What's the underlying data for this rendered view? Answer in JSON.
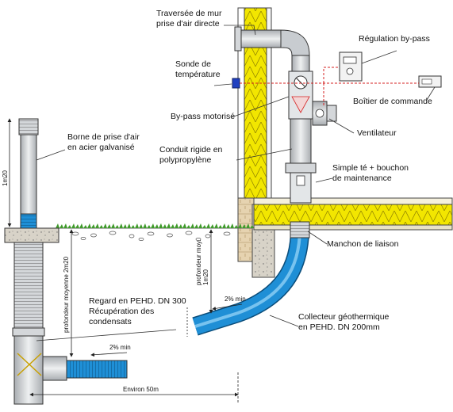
{
  "labels": {
    "traversee_l1": "Traversée de mur",
    "traversee_l2": "prise d'air directe",
    "regulation": "Régulation by-pass",
    "sonde_l1": "Sonde de",
    "sonde_l2": "température",
    "boitier": "Boîtier de commande",
    "bypass": "By-pass motorisé",
    "ventilateur": "Ventilateur",
    "borne_l1": "Borne de prise d'air",
    "borne_l2": "en acier galvanisé",
    "conduit_l1": "Conduit rigide en",
    "conduit_l2": "polypropylène",
    "simple_te_l1": "Simple té + bouchon",
    "simple_te_l2": "de maintenance",
    "manchon": "Manchon de liaison",
    "regard_l1": "Regard en PEHD. DN 300",
    "regard_l2": "Récupération des",
    "regard_l3": "condensats",
    "collecteur_l1": "Collecteur géothermique",
    "collecteur_l2": "en PEHD. DN 200mm"
  },
  "dimensions": {
    "height_1m20": "1m20",
    "prof_2m20": "profondeur moyenne 2m20",
    "prof_moy_1m20_a": "profondeur moy.",
    "prof_moy_1m20_b": "1m20",
    "slope_1": "2% min",
    "slope_2": "2% min",
    "distance": "Environ 50m"
  },
  "colors": {
    "pipe_blue": "#1f8fd6",
    "insulation_yellow": "#f2e600",
    "grass_green": "#3f9a2a",
    "pipe_grey": "#cfd3d6",
    "bypass_red": "#d62020"
  }
}
